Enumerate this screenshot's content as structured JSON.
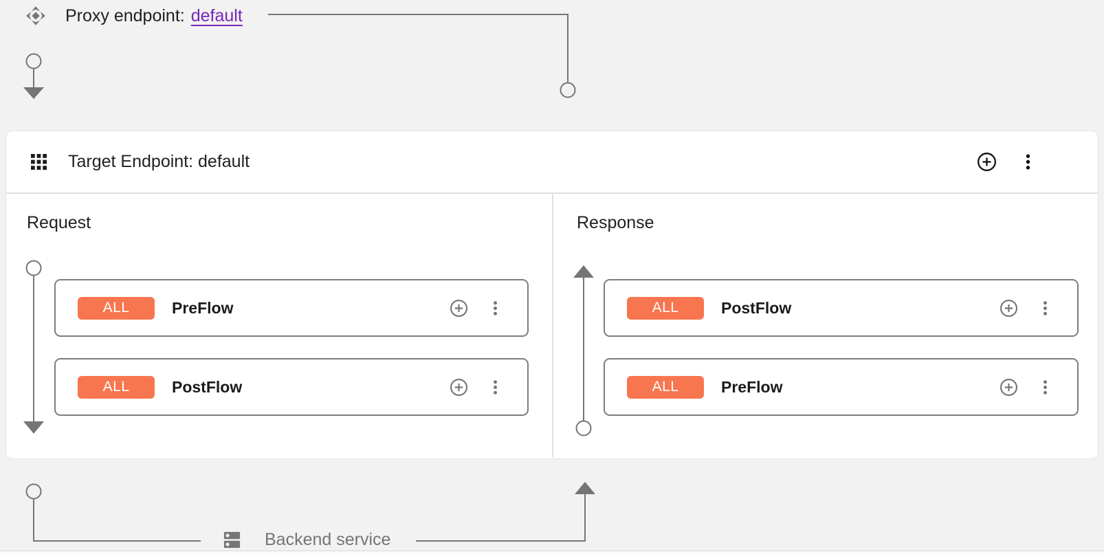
{
  "colors": {
    "background": "#f2f2f2",
    "panel": "#ffffff",
    "accent_orange": "#F8764F",
    "link_purple": "#7627BB",
    "rail_gray": "#757575",
    "divider": "#e0e0e0",
    "text_dark": "#202124",
    "text_gray": "#757575"
  },
  "proxy_endpoint": {
    "icon": "proxy-endpoint-icon",
    "label": "Proxy endpoint:",
    "link": "default"
  },
  "target_endpoint": {
    "title": "Target Endpoint: default",
    "header_icons": [
      "grid-icon",
      "add-circle-icon",
      "kebab-menu-icon"
    ],
    "request": {
      "label": "Request",
      "flows": [
        {
          "badge": "ALL",
          "name": "PreFlow"
        },
        {
          "badge": "ALL",
          "name": "PostFlow"
        }
      ]
    },
    "response": {
      "label": "Response",
      "flows": [
        {
          "badge": "ALL",
          "name": "PostFlow"
        },
        {
          "badge": "ALL",
          "name": "PreFlow"
        }
      ]
    }
  },
  "backend": {
    "icon": "dns-server-icon",
    "label": "Backend service"
  }
}
